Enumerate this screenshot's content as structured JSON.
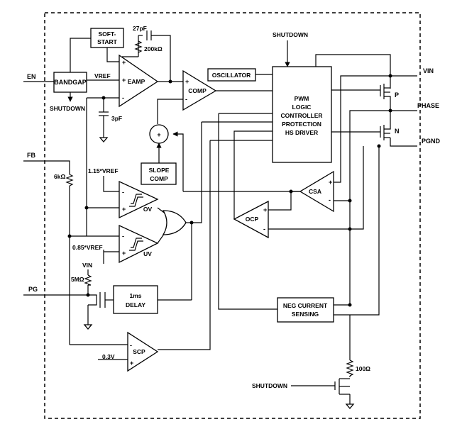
{
  "labels": {
    "soft_start_1": "SOFT-",
    "soft_start_2": "START",
    "cap_27pf": "27pF",
    "res_200k": "200kΩ",
    "shutdown_top": "SHUTDOWN",
    "en": "EN",
    "bandgap": "BANDGAP",
    "vref": "VREF",
    "eamp": "EAMP",
    "comp": "COMP",
    "oscillator": "OSCILLATOR",
    "pwm_1": "PWM",
    "pwm_2": "LOGIC",
    "pwm_3": "CONTROLLER",
    "pwm_4": "PROTECTION",
    "pwm_5": "HS DRIVER",
    "vin_pin": "VIN",
    "p_fet": "P",
    "phase_pin": "PHASE",
    "n_fet": "N",
    "pgnd_pin": "PGND",
    "shutdown_left": "SHUTDOWN",
    "cap_3pf": "3pF",
    "slope_1": "SLOPE",
    "slope_2": "COMP",
    "fb": "FB",
    "res_6k": "6kΩ",
    "vref_115": "1.15*VREF",
    "ov": "OV",
    "csa": "CSA",
    "ocp": "OCP",
    "vref_085": "0.85*VREF",
    "uv": "UV",
    "vin_pull": "VIN",
    "res_5m": "5MΩ",
    "pg": "PG",
    "delay_1": "1ms",
    "delay_2": "DELAY",
    "neg_1": "NEG CURRENT",
    "neg_2": "SENSING",
    "scp": "SCP",
    "v_03": "0.3V",
    "res_100": "100Ω",
    "shutdown_bottom": "SHUTDOWN",
    "plus": "+",
    "minus": "-"
  }
}
